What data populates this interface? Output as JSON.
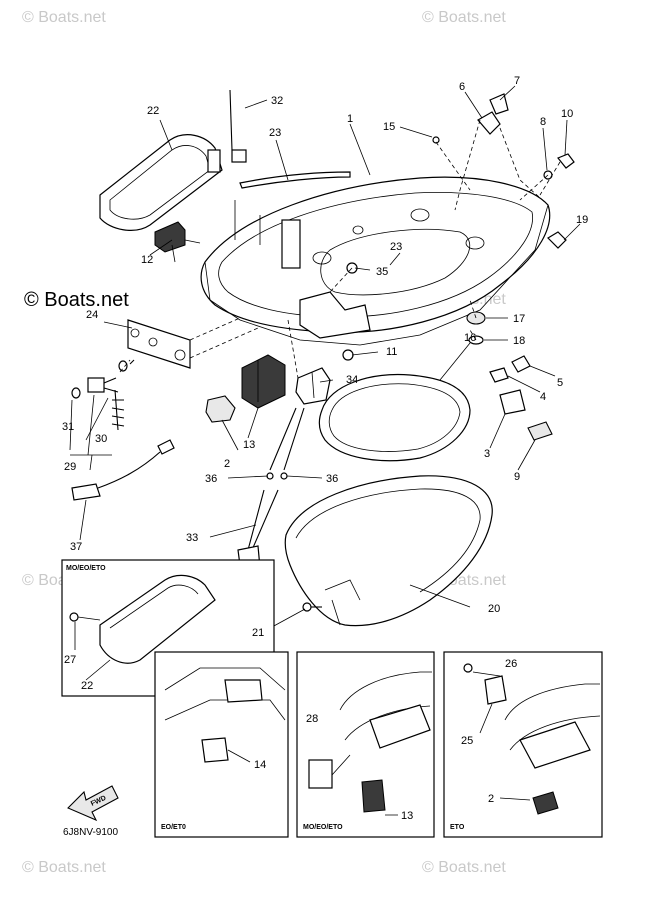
{
  "watermarks": {
    "text": "© Boats.net",
    "logo_text": "© Boats.net"
  },
  "diagram_code": "6J8NV-9100",
  "fwd_label": "FWD",
  "insets": {
    "mo_eo_eto_left": "MO/EO/ETO",
    "eo_eto": "EO/ET0",
    "mo_eo_eto_mid": "MO/EO/ETO",
    "eto": "ETO"
  },
  "callouts": {
    "c1": "1",
    "c2": "2",
    "c3": "3",
    "c4": "4",
    "c5": "5",
    "c6": "6",
    "c7": "7",
    "c8": "8",
    "c9": "9",
    "c10": "10",
    "c11": "11",
    "c12": "12",
    "c13": "13",
    "c14": "14",
    "c15": "15",
    "c16": "16",
    "c17": "17",
    "c18": "18",
    "c19": "19",
    "c20": "20",
    "c21": "21",
    "c22": "22",
    "c23": "23",
    "c24": "24",
    "c25": "25",
    "c26": "26",
    "c27": "27",
    "c28": "28",
    "c29": "29",
    "c30": "30",
    "c31": "31",
    "c32": "32",
    "c33": "33",
    "c34": "34",
    "c35": "35",
    "c36": "36",
    "c37": "37"
  }
}
